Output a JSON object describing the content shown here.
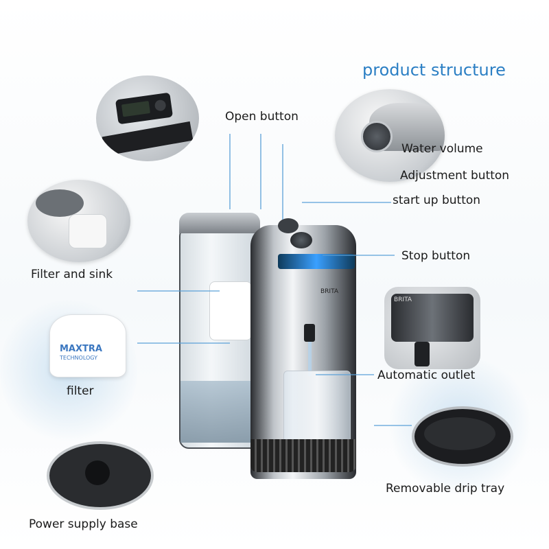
{
  "title": "product structure",
  "labels": {
    "open_button": "Open button",
    "water_volume": "Water volume",
    "adjustment_button": "Adjustment button",
    "start_up_button": "start up button",
    "stop_button": "Stop button",
    "filter_and_sink": "Filter and sink",
    "automatic_outlet": "Automatic outlet",
    "filter": "filter",
    "removable_drip_tray": "Removable drip tray",
    "power_supply_base": "Power supply base"
  },
  "filter_brand": "MAXTRA",
  "filter_brand_sub": "TECHNOLOGY",
  "kettle_brand": "BRITA",
  "colors": {
    "title": "#2b7fc4",
    "pointer_line": "#5aa0d8",
    "display_glow": "#3aa0ff"
  }
}
